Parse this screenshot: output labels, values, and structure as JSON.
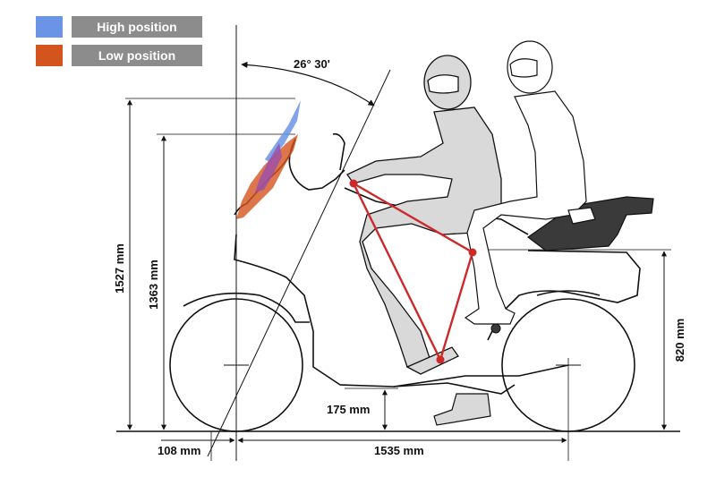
{
  "legend": {
    "high": {
      "label": "High position",
      "color": "#6b93e6"
    },
    "low": {
      "label": "Low position",
      "color": "#d4541e"
    }
  },
  "dimensions": {
    "angle": "26° 30'",
    "height_high": "1527 mm",
    "height_low": "1363 mm",
    "seat_height": "820 mm",
    "ground_clearance": "175 mm",
    "trail": "108 mm",
    "wheelbase": "1535 mm"
  },
  "colors": {
    "ergonomic_triangle": "#cc2a2a",
    "outline": "#111111",
    "rider_fill": "#d9d9d9"
  }
}
